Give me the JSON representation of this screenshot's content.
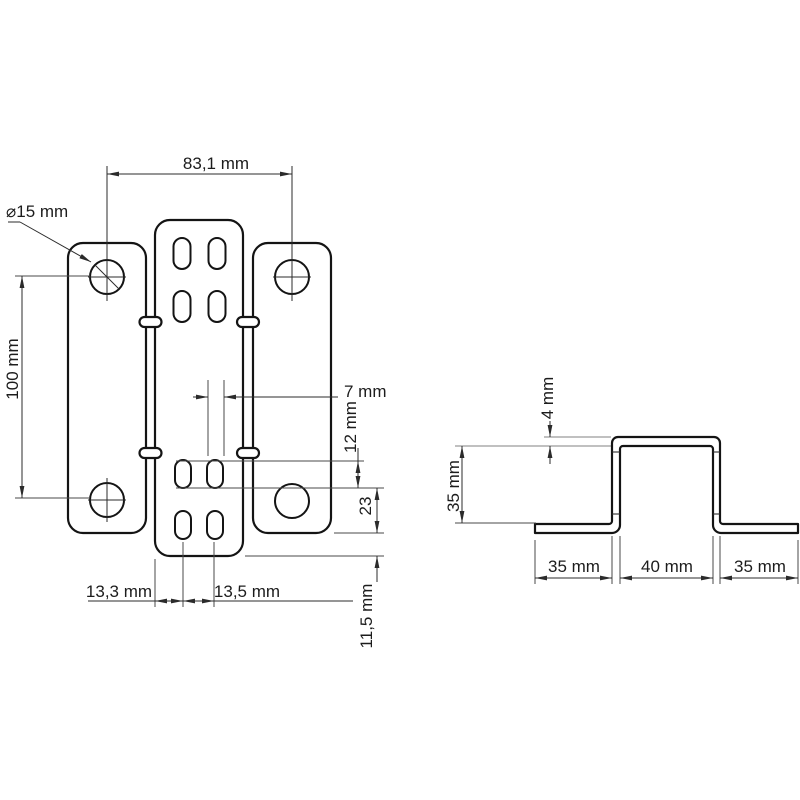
{
  "colors": {
    "background": "#ffffff",
    "outline": "#141414",
    "dimension": "#2b2b2b",
    "extension_gray": "#9a9a9a"
  },
  "front_view": {
    "hole_diameter_label": "⌀15 mm",
    "hole_span_label": "83,1 mm",
    "hole_column_height_label": "100 mm",
    "slot_width_label": "7 mm",
    "slot_length_label": "12 mm",
    "slot_row_gap_label": "23",
    "edge_to_slot_label": "13,3 mm",
    "slot_pitch_label": "13,5 mm",
    "plate_bottom_offset_label": "11,5 mm"
  },
  "side_view": {
    "thickness_label": "4 mm",
    "height_label": "35 mm",
    "left_flange_label": "35 mm",
    "channel_width_label": "40 mm",
    "right_flange_label": "35 mm"
  }
}
